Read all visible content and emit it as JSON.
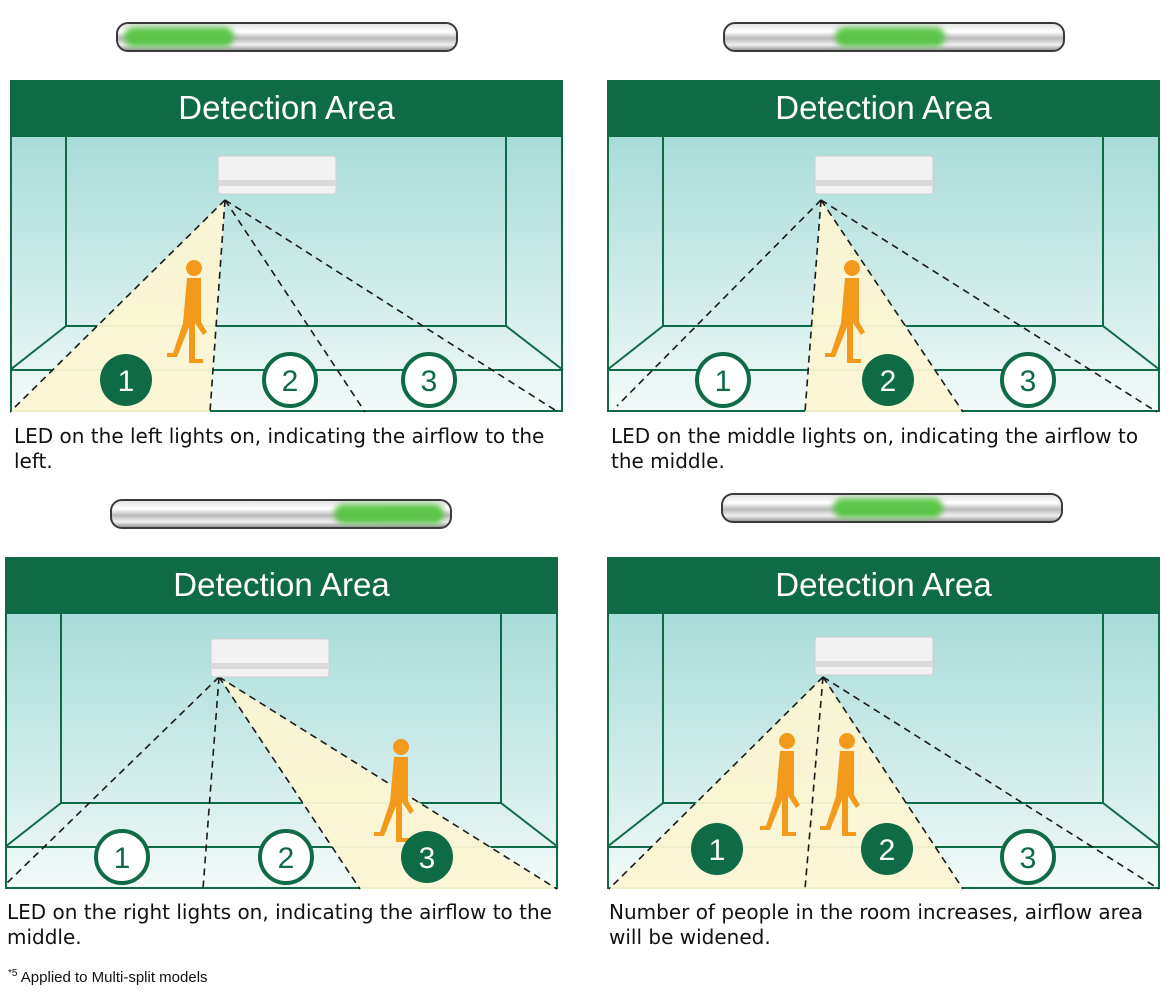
{
  "panels": [
    {
      "header": "Detection Area",
      "active_led": "left",
      "active_zones": [
        1
      ],
      "caption": "LED on the left lights on, indicating the airflow to the left."
    },
    {
      "header": "Detection Area",
      "active_led": "middle",
      "active_zones": [
        2
      ],
      "caption": "LED on the middle lights on, indicating the airflow to the middle."
    },
    {
      "header": "Detection Area",
      "active_led": "right",
      "active_zones": [
        3
      ],
      "caption": "LED on the right lights on, indicating the airflow to the middle."
    },
    {
      "header": "Detection Area",
      "active_led": "middle",
      "active_zones": [
        1,
        2
      ],
      "caption": "Number of people in the room increases, airflow area will be widened."
    }
  ],
  "zones": [
    "1",
    "2",
    "3"
  ],
  "footnote": {
    "marker": "*5",
    "text": " Applied to Multi-split models"
  },
  "colors": {
    "header_green": "#0e6b45",
    "led_green": "#56c443",
    "person_orange": "#f39a1d",
    "beam_yellow": "#fbf6d3",
    "room_teal": "#a8dcd8"
  },
  "icons": {
    "person": "person-walking-icon",
    "unit": "air-conditioner-icon"
  }
}
